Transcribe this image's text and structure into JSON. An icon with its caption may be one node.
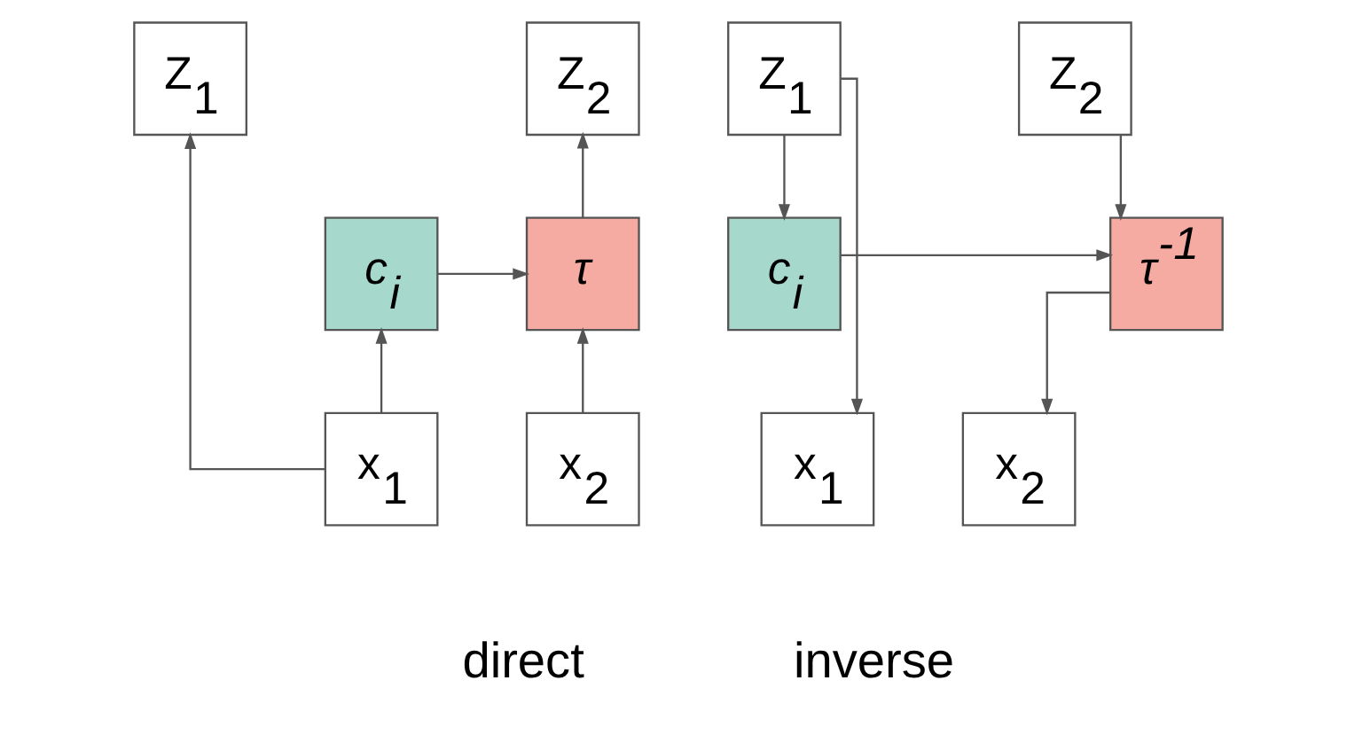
{
  "diagram": {
    "nodes": [
      {
        "text": [
          "Z$_{1}$"
        ]
      },
      {
        "text": [
          "Z$_{2}$"
        ]
      },
      {
        "text": [
          "c$_{i}$"
        ]
      },
      {
        "text": [
          "τ"
        ]
      },
      {
        "text": [
          "x$_{1}$"
        ]
      },
      {
        "text": [
          "x$_{2}$"
        ]
      },
      {
        "text": [
          "Z$_{1}$"
        ]
      },
      {
        "text": [
          "Z$_{2}$"
        ]
      },
      {
        "text": [
          "c$_{i}$"
        ]
      },
      {
        "text": [
          "τ$^{-1}$"
        ]
      },
      {
        "text": [
          "x$_{1}$"
        ]
      },
      {
        "text": [
          "x$_{2}$"
        ]
      }
    ],
    "edges": [
      {
        "from": 4,
        "to": 0,
        "arrow": "to"
      },
      {
        "from": 4,
        "to": 2,
        "arrow": "to"
      },
      {
        "from": 2,
        "to": 3,
        "arrow": "to"
      },
      {
        "from": 5,
        "to": 3,
        "arrow": "to"
      },
      {
        "from": 3,
        "to": 1,
        "arrow": "to"
      },
      {
        "from": 6,
        "to": 10,
        "arrow": "to"
      },
      {
        "from": 6,
        "to": 8,
        "arrow": "to"
      },
      {
        "from": 8,
        "to": 9,
        "arrow": "to"
      },
      {
        "from": 7,
        "to": 9,
        "arrow": "to"
      },
      {
        "from": 9,
        "to": 11,
        "arrow": "to"
      }
    ],
    "labels": [
      "direct",
      "inverse"
    ]
  }
}
